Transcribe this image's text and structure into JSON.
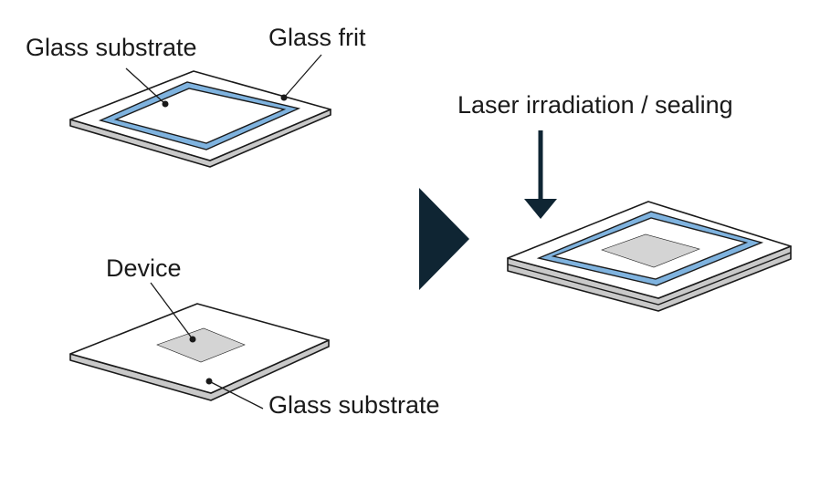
{
  "labels": {
    "glass_substrate_top": "Glass substrate",
    "glass_frit": "Glass frit",
    "device": "Device",
    "glass_substrate_bottom": "Glass substrate",
    "laser": "Laser irradiation / sealing"
  },
  "colors": {
    "outline": "#1a1a1a",
    "substrate_top": "#ffffff",
    "substrate_side": "#c9c9c9",
    "frit": "#7fb3df",
    "device": "#d4d4d4",
    "process_arrow": "#0f2533"
  }
}
